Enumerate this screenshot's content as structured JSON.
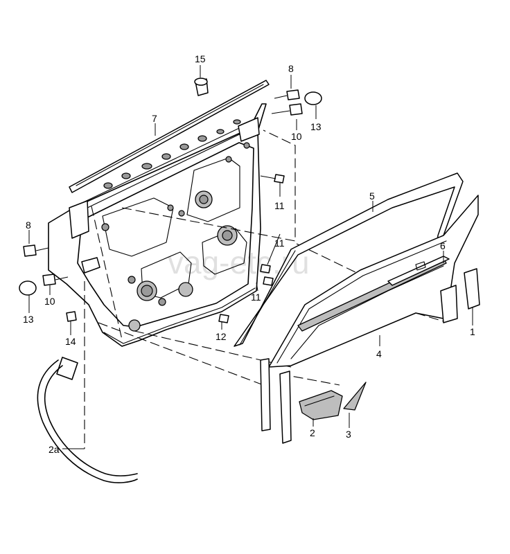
{
  "watermark": "vag-etc.ru",
  "callouts": {
    "c1": "1",
    "c2": "2",
    "c2a": "2a",
    "c3": "3",
    "c4": "4",
    "c5": "5",
    "c6": "6",
    "c7": "7",
    "c8_top": "8",
    "c8_left": "8",
    "c10_top": "10",
    "c10_left": "10",
    "c11_a": "11",
    "c11_b": "11",
    "c11_c": "11",
    "c12": "12",
    "c13_top": "13",
    "c13_left": "13",
    "c14": "14",
    "c15": "15"
  }
}
